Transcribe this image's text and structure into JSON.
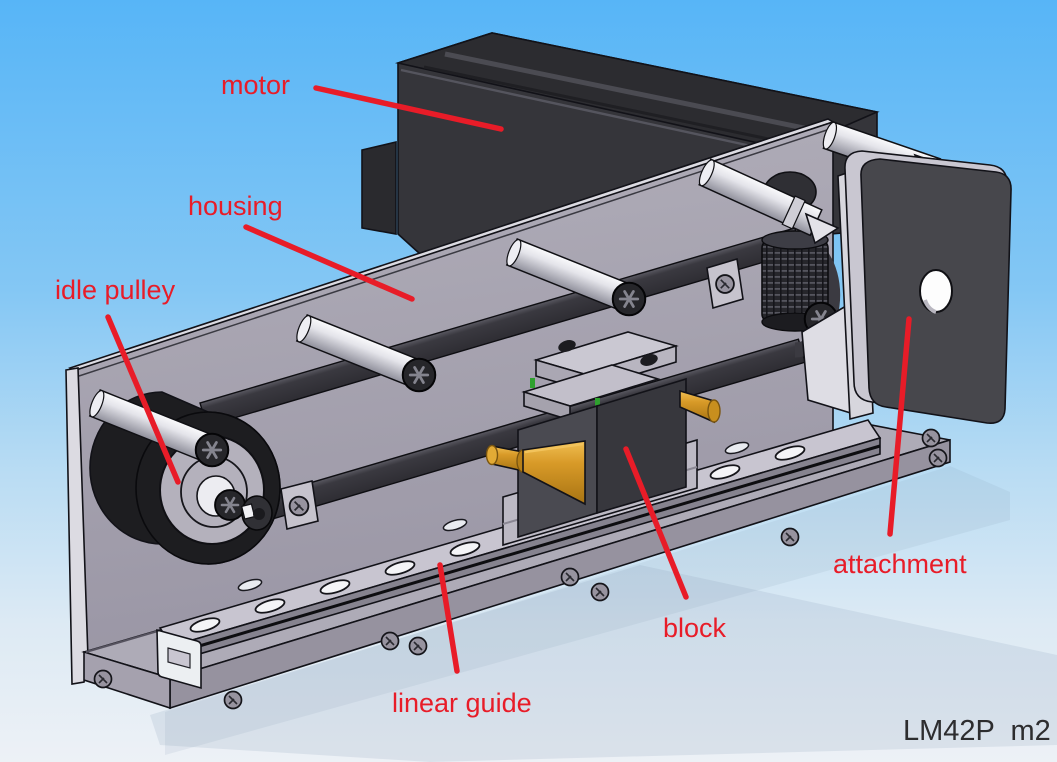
{
  "scene": {
    "description": "Isometric CAD rendering of a belt-driven linear module with red part annotations",
    "watermark": "LM42P  m2",
    "background": {
      "sky_top": "#57b5f7",
      "sky_mid": "#9ed2f4",
      "ground": "#edf1f6"
    },
    "annotation_color": "#e81c28",
    "watermark_color": "#2d2d2f"
  },
  "annotations": {
    "motor": {
      "label": "motor"
    },
    "housing": {
      "label": "housing"
    },
    "idle_pulley": {
      "label": "idle pulley"
    },
    "attachment": {
      "label": "attachment"
    },
    "block": {
      "label": "block"
    },
    "linear_guide": {
      "label": "linear guide"
    }
  },
  "parts": {
    "motor": {
      "name": "stepper motor",
      "color": "#35353a"
    },
    "housing": {
      "name": "housing plate",
      "color": "#a6a2b0"
    },
    "idle_pulley": {
      "name": "idle pulley",
      "drum_color": "#1d1d20",
      "flange_color": "#b4b1bc"
    },
    "drive_pulley": {
      "name": "toothed drive pulley",
      "color": "#26262b"
    },
    "belt": {
      "name": "drive belt",
      "color": "#3a3940"
    },
    "block": {
      "name": "carriage block",
      "color": "#4a4a51",
      "shaft_color": "#d89a28"
    },
    "linear_guide": {
      "name": "linear guide rail",
      "color": "#c8c5d0"
    },
    "attachment": {
      "name": "attachment end plate",
      "color": "#47474c"
    },
    "standoffs": {
      "name": "standoff posts",
      "color": "#e9e9ee"
    },
    "base": {
      "name": "base flange",
      "color": "#aeabb7"
    }
  }
}
